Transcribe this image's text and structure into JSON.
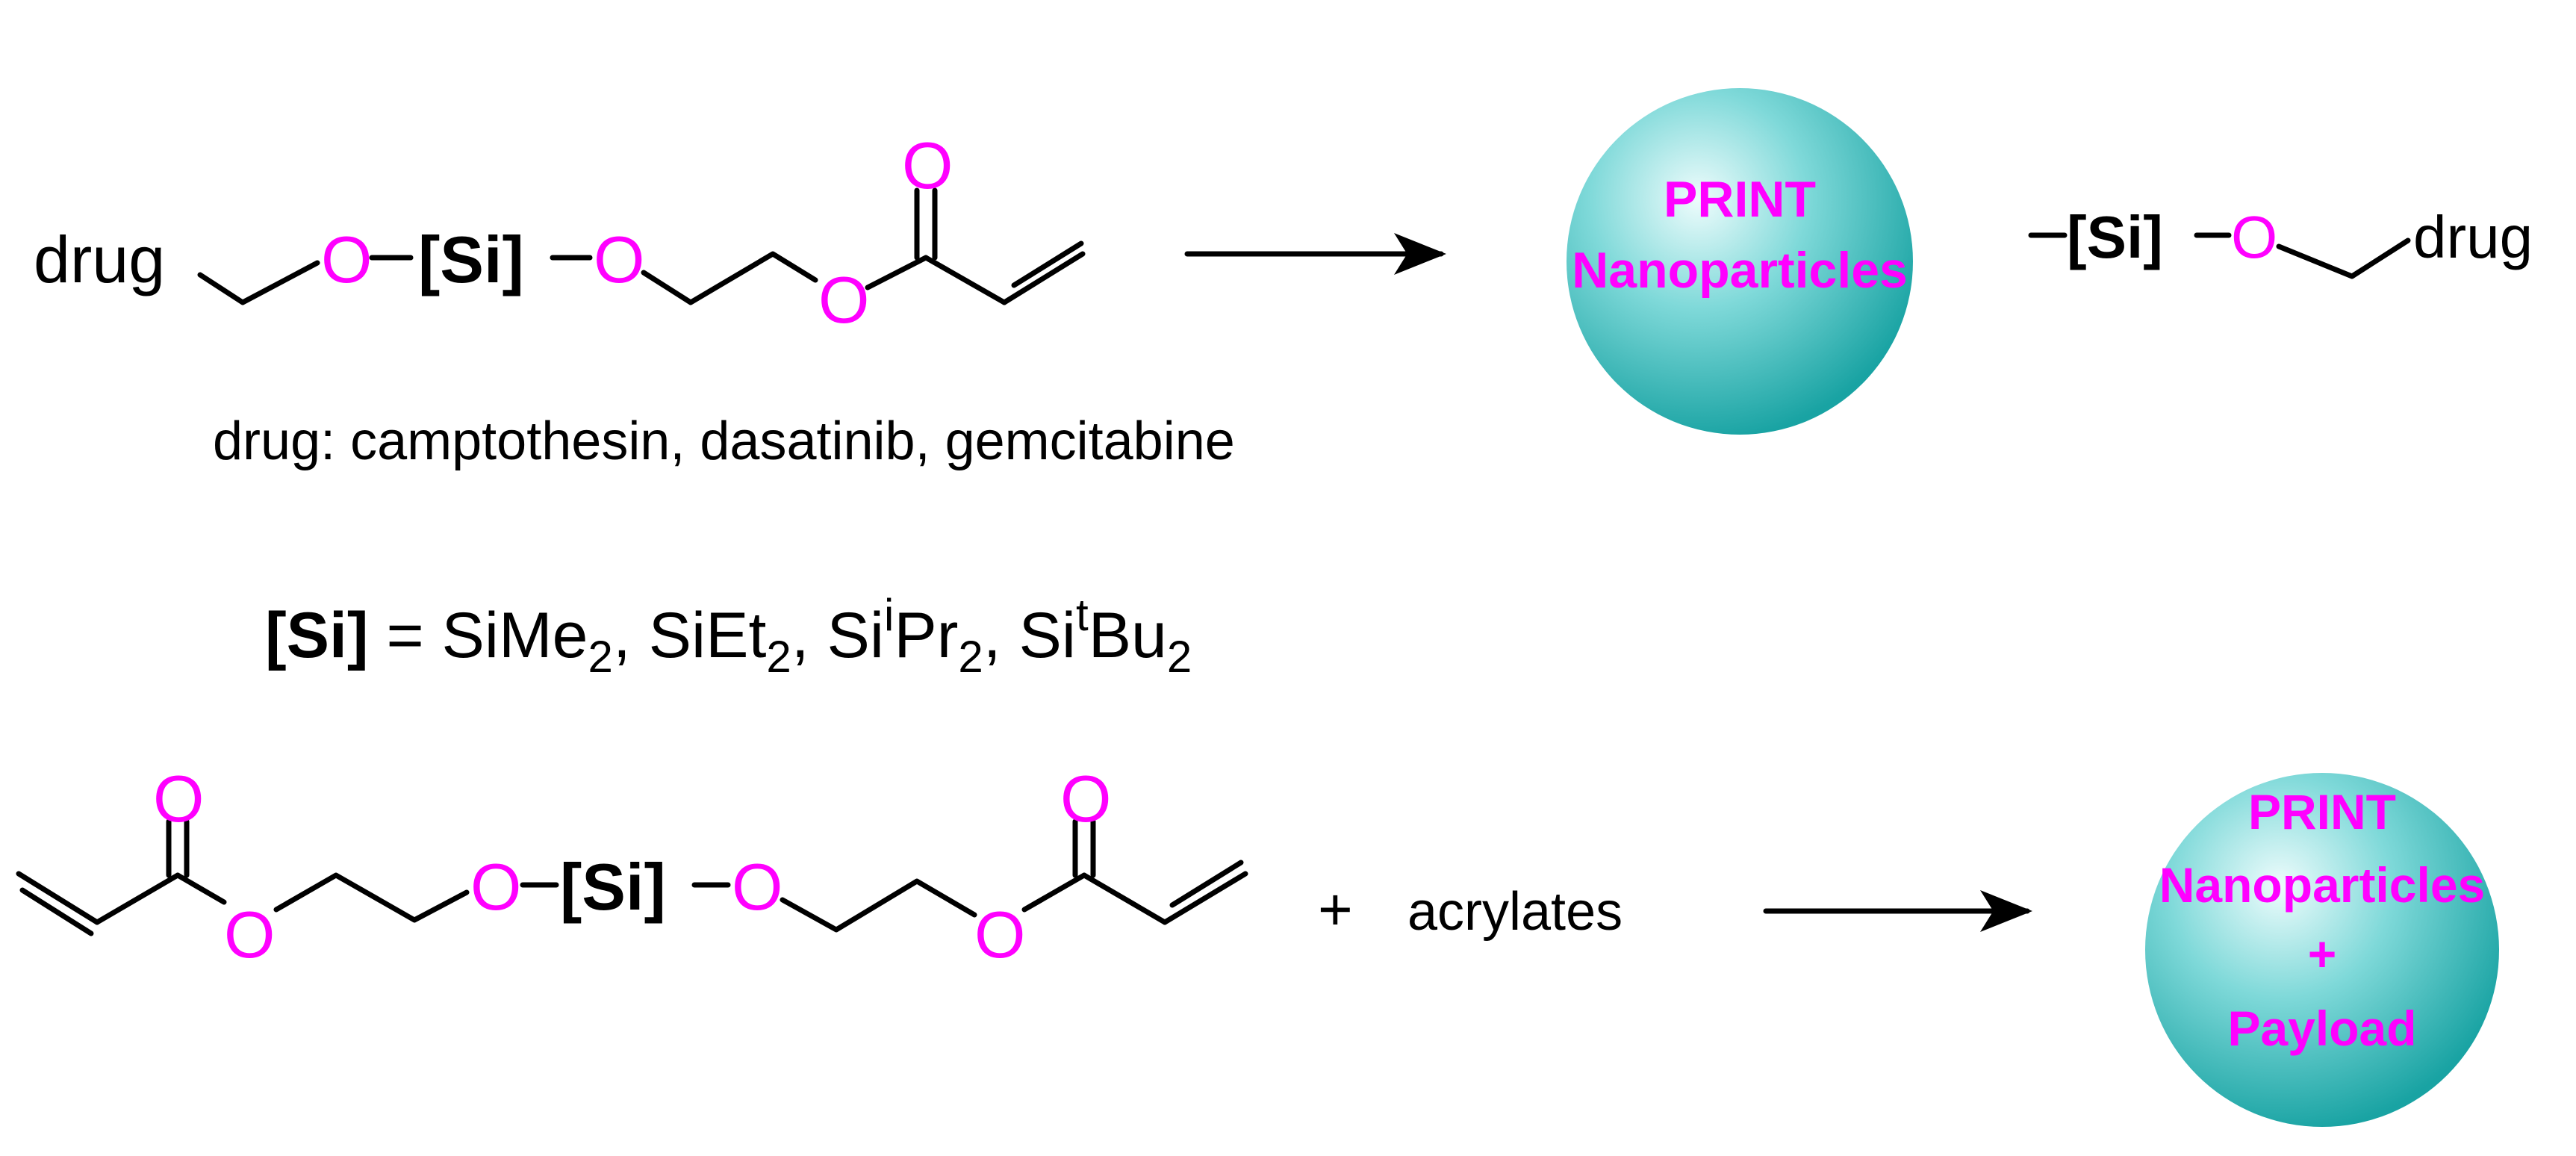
{
  "palette": {
    "heteroatom": "#ff00ff",
    "bond": "#000000",
    "sphere_light": "#e6fbfb",
    "sphere_mid": "#4cc8c8",
    "sphere_dark": "#1aa6a6"
  },
  "atoms": {
    "drug": "drug",
    "oxygen": "O",
    "si_group": "[Si]"
  },
  "top_scheme": {
    "drug_list": "drug: camptothesin, dasatinib, gemcitabine"
  },
  "si_definition": {
    "lhs": "[Si]",
    "eq": " = SiMe",
    "sub2": "2",
    "sep1": ", SiEt",
    "sep2": ", Si",
    "sup_i": "i",
    "pr": "Pr",
    "sep3": ", Si",
    "sup_t": "t",
    "bu": "Bu"
  },
  "bottom_scheme": {
    "plus": "+",
    "acrylates": "acrylates"
  },
  "particle_top": {
    "line1": "PRINT",
    "line2": "Nanoparticles"
  },
  "particle_bottom": {
    "line1": "PRINT",
    "line2": "Nanoparticles",
    "line3": "+",
    "line4": "Payload"
  }
}
